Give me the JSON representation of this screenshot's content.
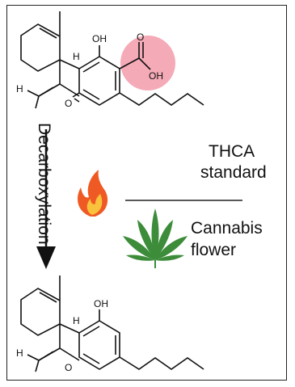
{
  "figure": {
    "top_molecule": {
      "oh_label": "OH",
      "h_label_1": "H",
      "h_label_2": "H",
      "o_ring_label": "O",
      "acid_o_label": "O",
      "acid_oh_label": "OH",
      "highlight_color": "#f4aab7"
    },
    "bottom_molecule": {
      "oh_label": "OH",
      "h_label_1": "H",
      "h_label_2": "H",
      "o_ring_label": "O"
    },
    "process_label": "Decarboxylation",
    "legend": {
      "item1_line1": "THCA",
      "item1_line2": "standard",
      "item2_line1": "Cannabis",
      "item2_line2": "flower"
    },
    "colors": {
      "flame_outer": "#ef5a24",
      "flame_inner": "#f9c23c",
      "leaf": "#3c8c3a"
    },
    "icons": [
      "flame-icon",
      "cannabis-leaf-icon",
      "down-arrow-icon"
    ]
  }
}
